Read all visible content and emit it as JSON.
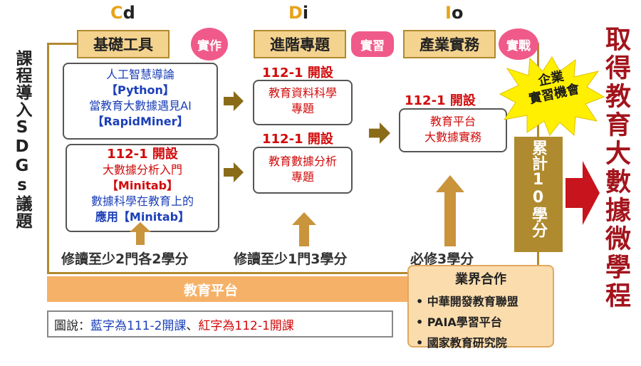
{
  "header": {
    "letters": [
      {
        "hl": "C",
        "rest": "d"
      },
      {
        "hl": "D",
        "rest": "i"
      },
      {
        "hl": "I",
        "rest": "o"
      }
    ]
  },
  "stages": {
    "basic": "基礎工具",
    "advanced": "進階專題",
    "industry": "產業實務"
  },
  "badges": {
    "practice": "實作",
    "internship": "實習",
    "combat": "實戰"
  },
  "left_vertical": "課程導入SDGs議題",
  "col1": {
    "box1": [
      "人工智慧導論",
      "【Python】",
      "當教育大數據遇見AI",
      "【RapidMiner】"
    ],
    "box2_open": "112-1 開設",
    "box2": [
      "大數據分析入門",
      "【Minitab】",
      "數據科學在教育上的",
      "應用【Minitab】"
    ]
  },
  "col2": {
    "open1": "112-1 開設",
    "box1": [
      "教育資料科學",
      "專題"
    ],
    "open2": "112-1 開設",
    "box2": [
      "教育數據分析",
      "專題"
    ]
  },
  "col3": {
    "open": "112-1 開設",
    "box": [
      "教育平台",
      "大數據實務"
    ]
  },
  "burst": [
    "企業",
    "實習機會"
  ],
  "credits_bar": "累計10學分",
  "requirements": {
    "r1": "修讀至少2門各2學分",
    "r2": "修讀至少1門3學分",
    "r3": "必修3學分"
  },
  "platform": "教育平台",
  "partners": {
    "title": "業界合作",
    "items": [
      "中華開發教育聯盟",
      "PAIA學習平台",
      "國家教育研究院"
    ]
  },
  "legend": {
    "prefix": "圖說：",
    "blue": "藍字為111-2開課",
    "sep": "、",
    "red": "紅字為112-1開課"
  },
  "result": "取得教育大數據微學程",
  "colors": {
    "tan": "#f4d38f",
    "brown": "#b08a2e",
    "pink": "#f05a8a",
    "blue": "#1b3fb8",
    "red": "#d10a0a",
    "orange": "#f6b168"
  }
}
